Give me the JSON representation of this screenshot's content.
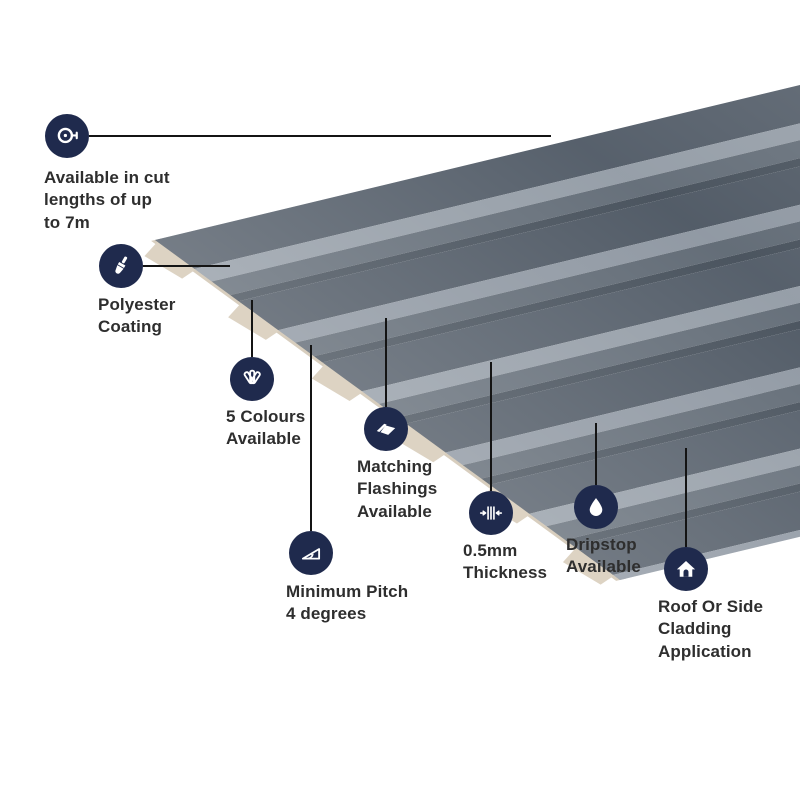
{
  "illustration": {
    "name": "Box profile metal cladding sheet",
    "sheet_color": "#4e5864",
    "sheet_valley_color": "#5f6974",
    "sheet_highlight_color": "#919aa4",
    "cut_edge_color": "#d8cebe"
  },
  "colors": {
    "icon_background": "#1f2a4d",
    "icon_glyph": "#ffffff",
    "leader_line": "#141414",
    "text": "#2e2e2e"
  },
  "features": [
    {
      "icon": "tape-measure-icon",
      "label": "Available in cut\nlengths of up\nto 7m"
    },
    {
      "icon": "paintbrush-icon",
      "label": "Polyester\nCoating"
    },
    {
      "icon": "colour-fan-icon",
      "label": "5 Colours\nAvailable"
    },
    {
      "icon": "flashing-icon",
      "label": "Matching\nFlashings\nAvailable"
    },
    {
      "icon": "pitch-angle-icon",
      "label": "Minimum Pitch\n4 degrees"
    },
    {
      "icon": "thickness-icon",
      "label": "0.5mm\nThickness"
    },
    {
      "icon": "droplet-icon",
      "label": "Dripstop\nAvailable"
    },
    {
      "icon": "house-icon",
      "label": "Roof Or Side\nCladding\nApplication"
    }
  ]
}
